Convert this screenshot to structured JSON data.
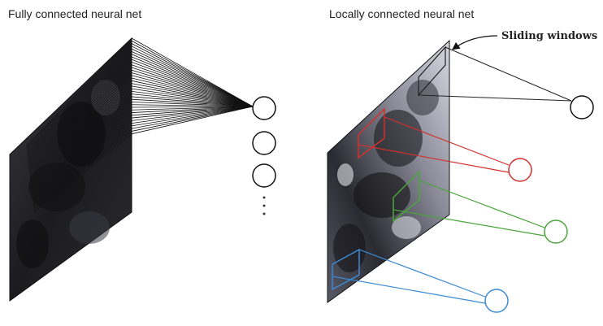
{
  "panels": {
    "left": {
      "title": "Fully connected neural net",
      "output_neurons": 3,
      "ellipsis": "⋮",
      "connection_style": "every input pixel connects to the output neuron"
    },
    "right": {
      "title": "Locally connected neural net",
      "callout": "Sliding windows",
      "windows": [
        {
          "name": "window-top",
          "color": "#222222"
        },
        {
          "name": "window-red",
          "color": "#d0302c"
        },
        {
          "name": "window-green",
          "color": "#4aa43c"
        },
        {
          "name": "window-blue",
          "color": "#3c8ad4"
        }
      ]
    }
  },
  "colors": {
    "image_dark": "#1a1a1c",
    "image_light": "#c8c8d4",
    "line_black": "#111111",
    "red": "#d0302c",
    "green": "#4aa43c",
    "blue": "#3c8ad4"
  }
}
